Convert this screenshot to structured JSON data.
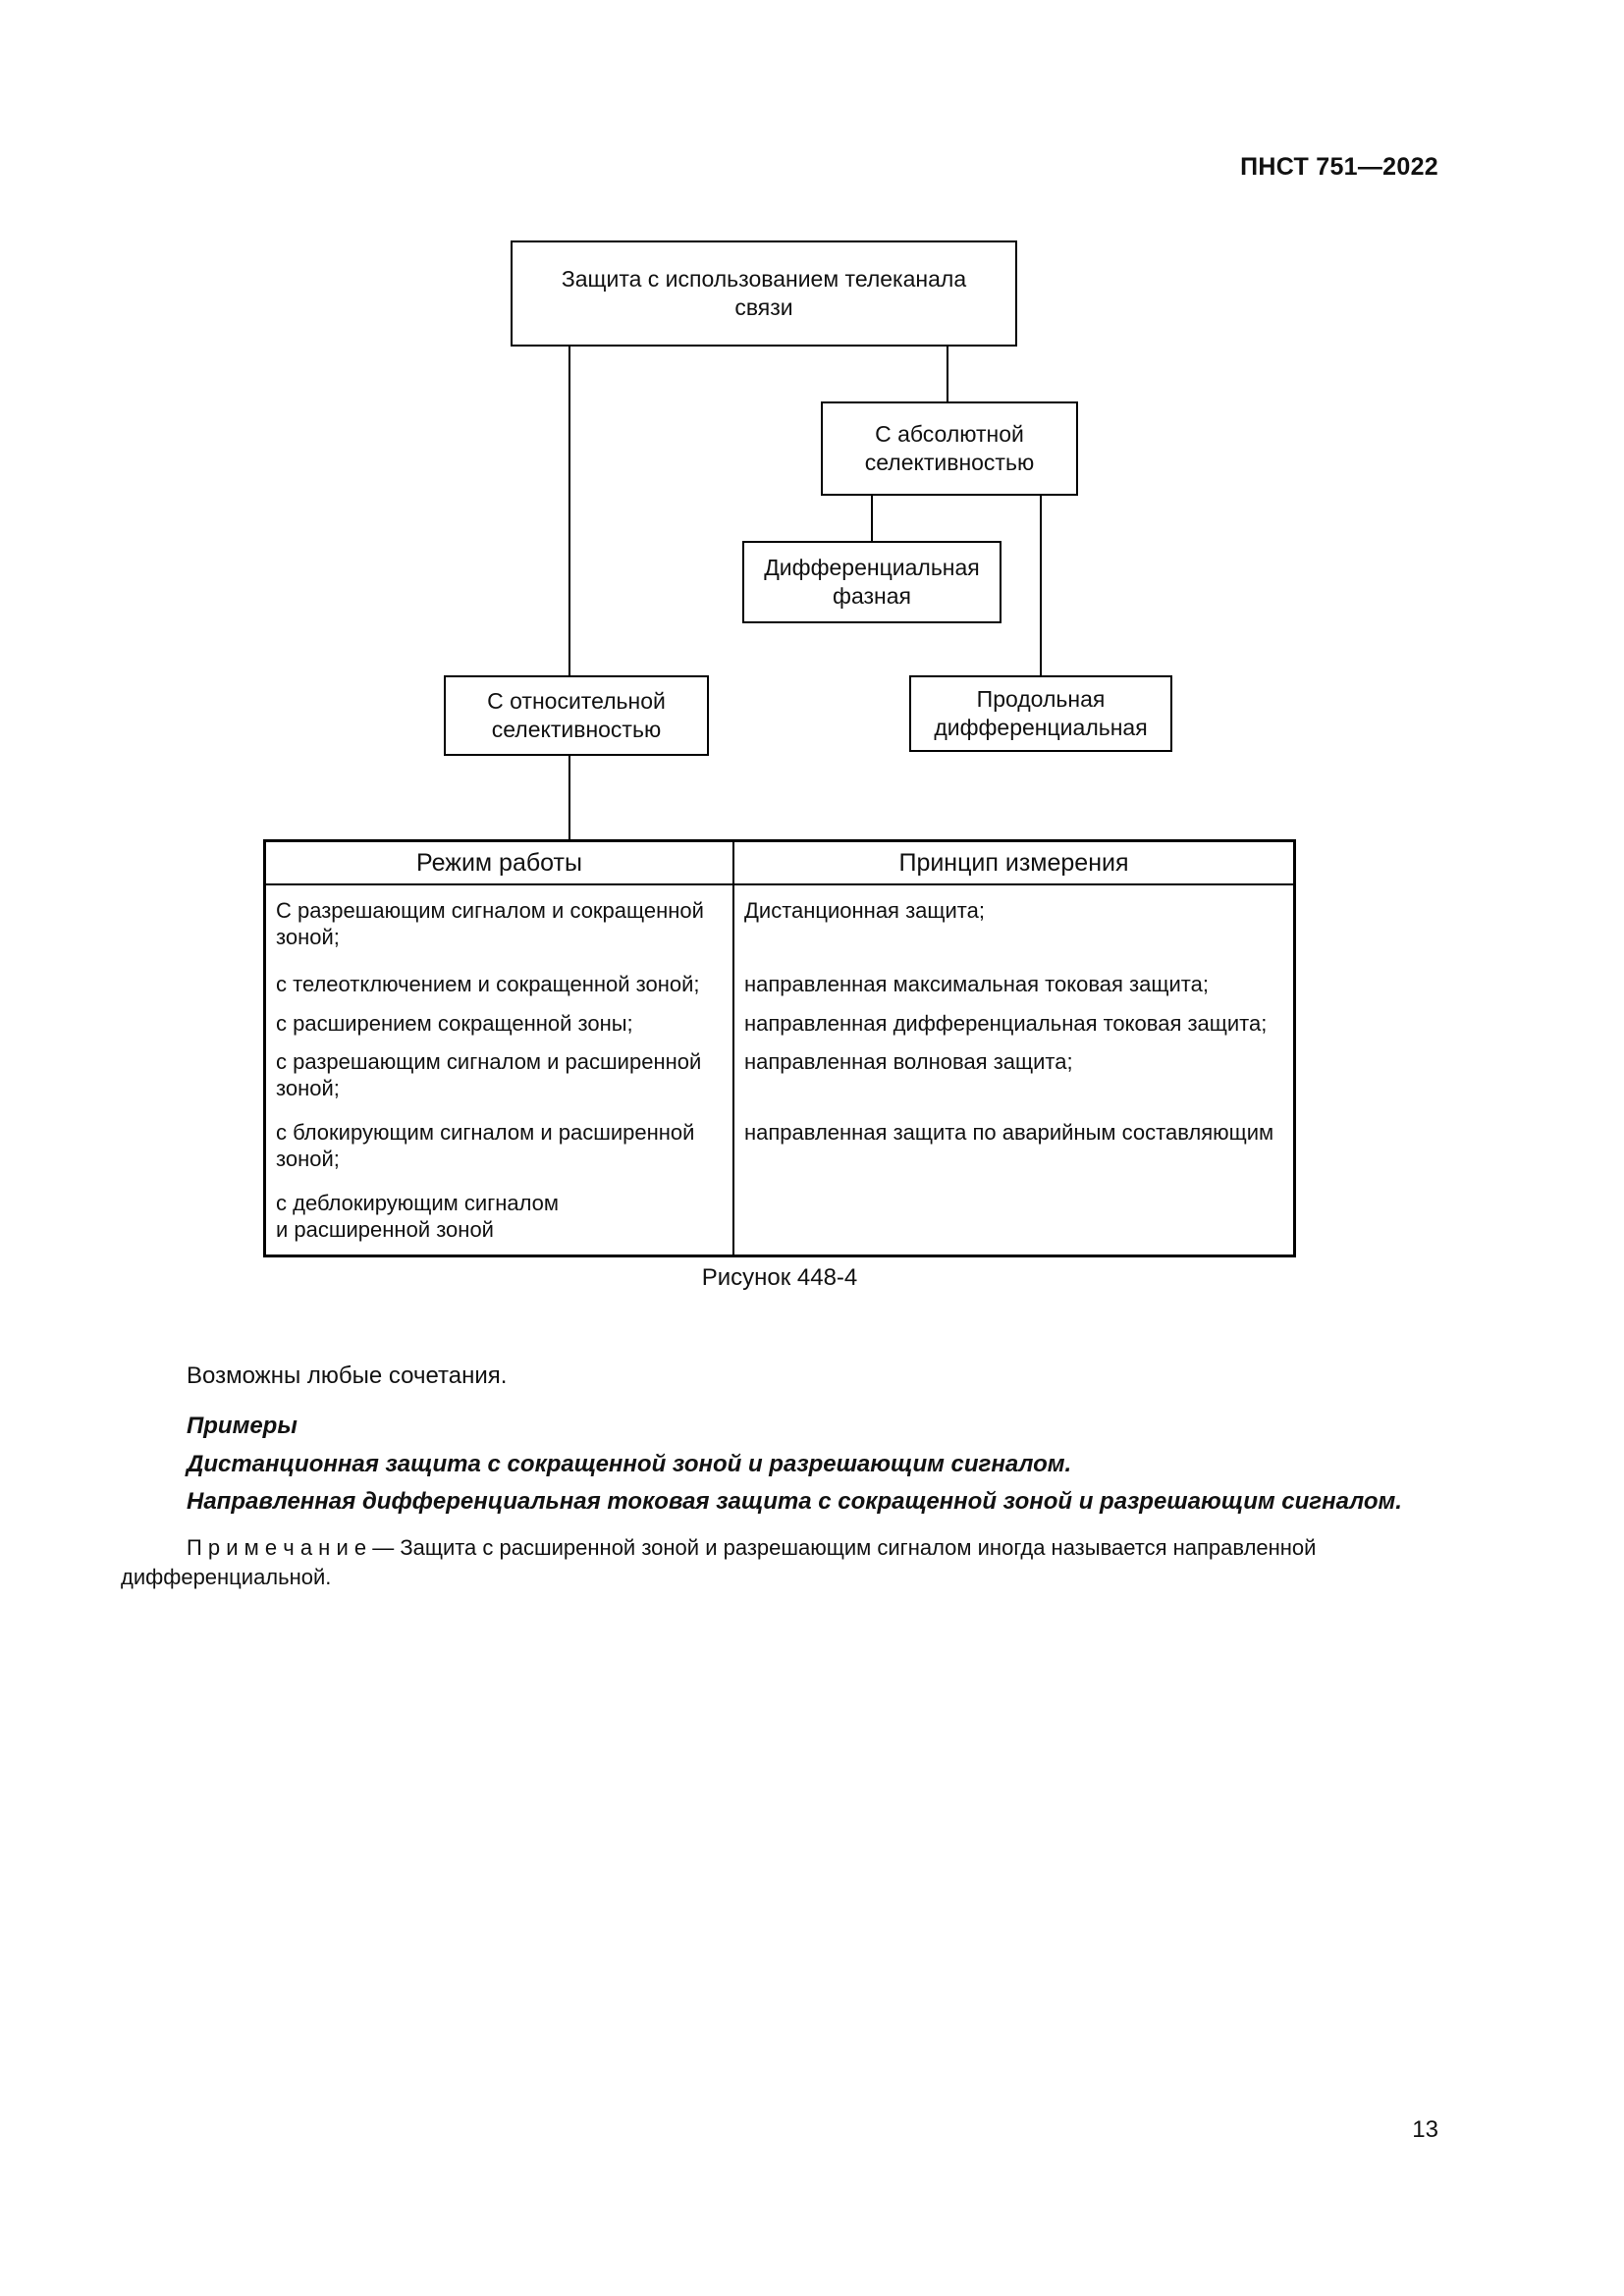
{
  "page": {
    "header": "ПНСТ 751—2022",
    "page_number": "13"
  },
  "diagram": {
    "box_teleprotection": "Защита с использованием телеканала связи",
    "box_absolute": "С абсолютной селективностью",
    "box_differential_phase": "Дифференциальная фазная",
    "box_relative": "С относительной селективностью",
    "box_longitudinal": "Продольная дифференциальная",
    "caption": "Рисунок 448-4"
  },
  "table": {
    "headers": [
      "Режим работы",
      "Принцип измерения"
    ],
    "rows": [
      {
        "left": "С разрешающим сигналом и сокращенной зоной;",
        "right": "Дистанционная защита;"
      },
      {
        "left": "с телеотключением и сокращенной зоной;",
        "right": "направленная максимальная токовая защита;"
      },
      {
        "left": "с расширением сокращенной зоны;",
        "right": "направленная дифференциальная токовая защита;"
      },
      {
        "left": "с разрешающим сигналом и расширенной зоной;",
        "right": "направленная волновая защита;"
      },
      {
        "left": "с блокирующим сигналом и расширенной зоной;",
        "right": "направленная защита по аварийным составляющим"
      },
      {
        "left": "с деблокирующим сигналом\nи расширенной зоной",
        "right": ""
      }
    ]
  },
  "text": {
    "combinations": "Возможны любые сочетания.",
    "examples_title": "Примеры",
    "example1": "Дистанционная защита с сокращенной зоной и разрешающим сигналом.",
    "example2": "Направленная дифференциальная токовая защита с сокращенной зоной и разрешающим сигналом.",
    "note_label": "П р и м е ч а н и е",
    "note_text": " — Защита с расширенной зоной и разрешающим сигналом иногда называется направленной дифференциальной."
  }
}
